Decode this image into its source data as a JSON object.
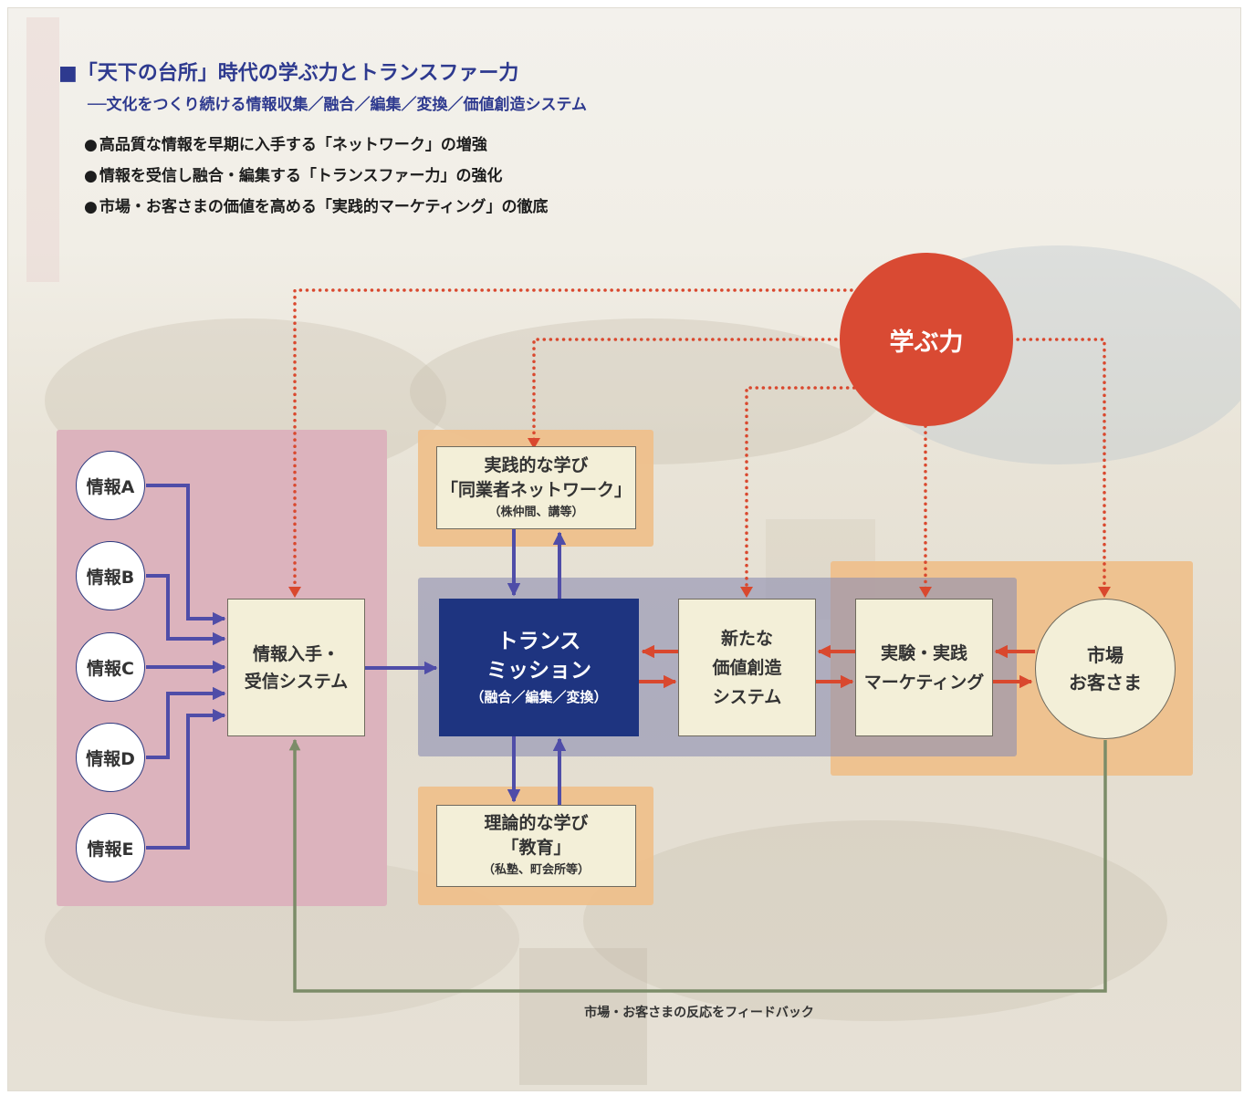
{
  "title": "■「天下の台所」時代の学ぶ力とトランスファー力",
  "subtitle": "──文化をつくり続ける情報収集／融合／編集／変換／価値創造システム",
  "bullets": [
    "高品質な情報を早期に入手する「ネットワーク」の増強",
    "情報を受信し融合・編集する「トランスファー力」の強化",
    "市場・お客さまの価値を高める「実践的マーケティング」の徹底"
  ],
  "info_sources": [
    "情報A",
    "情報B",
    "情報C",
    "情報D",
    "情報E"
  ],
  "receiver": {
    "line1": "情報入手・",
    "line2": "受信システム"
  },
  "practical": {
    "line1": "実践的な学び",
    "line2": "「同業者ネットワーク」",
    "note": "（株仲間、講等）"
  },
  "transmission": {
    "line1": "トランス",
    "line2": "ミッション",
    "note": "（融合／編集／変換）"
  },
  "theory": {
    "line1": "理論的な学び",
    "line2": "「教育」",
    "note": "（私塾、町会所等）"
  },
  "value_creation": {
    "line1": "新たな",
    "line2": "価値創造",
    "line3": "システム"
  },
  "marketing": {
    "line1": "実験・実践",
    "line2": "マーケティング"
  },
  "market": {
    "line1": "市場",
    "line2": "お客さま"
  },
  "learning_power": "学ぶ力",
  "feedback": "市場・お客さまの反応をフィードバック",
  "colors": {
    "title_blue": "#2e3a8f",
    "info_panel": "#dcb3bd",
    "orange_panel": "#eec08c",
    "trans_panel": "#8e8fb2",
    "trans_box": "#1e3480",
    "learning_red": "#d94a33",
    "flow_arrow": "#4f4da8",
    "value_arrow": "#d9482e",
    "feedback_arrow": "#7b8c68"
  }
}
